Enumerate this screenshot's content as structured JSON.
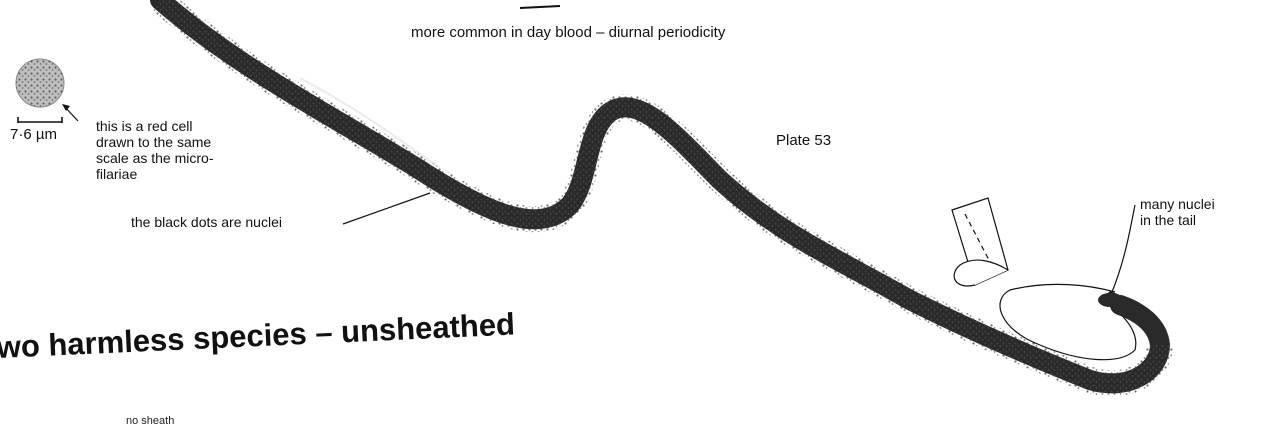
{
  "labels": {
    "periodicity": "more common in day blood – diurnal periodicity",
    "scale_value": "7·6 µm",
    "red_cell_line1": "this is a red cell",
    "red_cell_line2": "drawn to the same",
    "red_cell_line3": "scale as the micro-",
    "red_cell_line4": "filariae",
    "nuclei_note": "the black dots are nuclei",
    "plate": "Plate 53",
    "tail_line1": "many nuclei",
    "tail_line2": "in the tail",
    "heading": "wo harmless species –  unsheathed",
    "bottom_fragment": "no sheath"
  },
  "colors": {
    "ink": "#111111",
    "worm_body": "#2a2a2a",
    "background": "#ffffff"
  }
}
